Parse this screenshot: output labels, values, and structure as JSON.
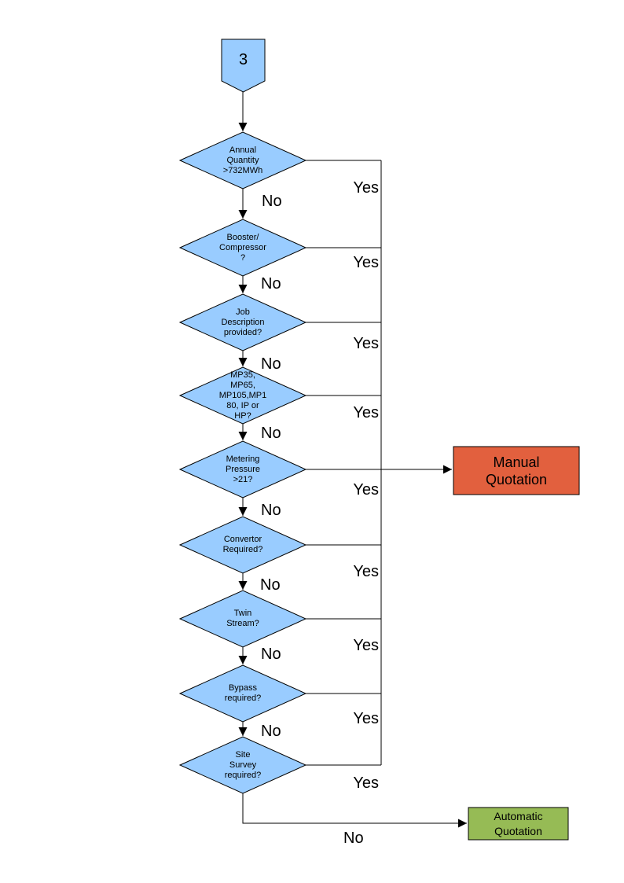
{
  "connector": {
    "label": "3"
  },
  "decisions": [
    {
      "id": "annual-quantity",
      "label": "Annual\nQuantity\n>732MWh"
    },
    {
      "id": "booster-compressor",
      "label": "Booster/\nCompressor\n?"
    },
    {
      "id": "job-description",
      "label": "Job\nDescription\nprovided?"
    },
    {
      "id": "meter-type",
      "label": "MP35,\nMP65,\nMP105,MP1\n80, IP or\nHP?"
    },
    {
      "id": "metering-pressure",
      "label": "Metering\nPressure\n>21?"
    },
    {
      "id": "convertor",
      "label": "Convertor\nRequired?"
    },
    {
      "id": "twin-stream",
      "label": "Twin\nStream?"
    },
    {
      "id": "bypass",
      "label": "Bypass\nrequired?"
    },
    {
      "id": "site-survey",
      "label": "Site\nSurvey\nrequired?"
    }
  ],
  "branch_labels": {
    "yes": "Yes",
    "no": "No"
  },
  "outcomes": {
    "manual": {
      "label": "Manual\nQuotation",
      "fill": "#e2603e"
    },
    "automatic": {
      "label": "Automatic\nQuotation",
      "fill": "#96bb55"
    }
  },
  "colors": {
    "decision_fill": "#99ccff",
    "line": "#000000"
  }
}
